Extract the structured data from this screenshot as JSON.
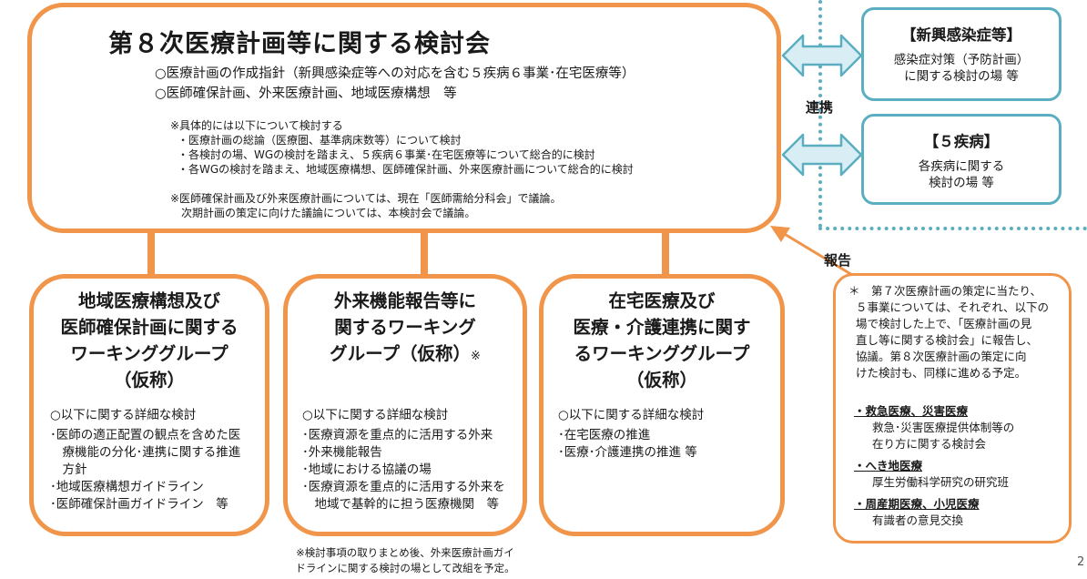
{
  "main": {
    "title": "第８次医療計画等に関する検討会",
    "bullets": [
      "○医療計画の作成指針（新興感染症等への対応を含む５疾病６事業･在宅医療等）",
      "○医師確保計画、外来医療計画、地域医療構想　等"
    ],
    "note1_head": "※具体的には以下について検討する",
    "note1_items": [
      "・医療計画の総論（医療圏、基準病床数等）について検討",
      "・各検討の場、WGの検討を踏まえ、５疾病６事業･在宅医療等について総合的に検討",
      "・各WGの検討を踏まえ、地域医療構想、医師確保計画、外来医療計画について総合的に検討"
    ],
    "note2": [
      "※医師確保計画及び外来医療計画については、現在「医師需給分科会」で議論。",
      "　次期計画の策定に向けた議論については、本検討会で議論。"
    ]
  },
  "link_label": "連携",
  "report_label": "報告",
  "side_boxes": [
    {
      "title": "【新興感染症等】",
      "body": [
        "感染症対策（予防計画）",
        "に関する検討の場 等"
      ]
    },
    {
      "title": "【５疾病】",
      "body": [
        "各疾病に関する",
        "検討の場 等"
      ]
    }
  ],
  "working_groups": [
    {
      "title": [
        "地域医療構想及び",
        "医師確保計画に関する",
        "ワーキンググループ",
        "（仮称）"
      ],
      "head": "○以下に関する詳細な検討",
      "items": [
        "･医師の適正配置の観点を含めた医",
        "　療機能の分化･連携に関する推進",
        "　方針",
        "･地域医療構想ガイドライン",
        "･医師確保計画ガイドライン　等"
      ]
    },
    {
      "title": [
        "外来機能報告等に",
        "関するワーキング",
        "グループ（仮称）"
      ],
      "title_mark": "※",
      "head": "○以下に関する詳細な検討",
      "items": [
        "･医療資源を重点的に活用する外来",
        "･外来機能報告",
        "･地域における協議の場",
        "･医療資源を重点的に活用する外来を",
        "　地域で基幹的に担う医療機関　等"
      ]
    },
    {
      "title": [
        "在宅医療及び",
        "医療・介護連携に関す",
        "るワーキンググループ",
        "（仮称）"
      ],
      "head": "○以下に関する詳細な検討",
      "items": [
        "･在宅医療の推進",
        "･医療･介護連携の推進 等"
      ]
    }
  ],
  "footnote": [
    "※検討事項の取りまとめ後、外来医療計画ガイ",
    "ドラインに関する検討の場として改組を予定。"
  ],
  "report_box": {
    "intro": [
      "＊　第７次医療計画の策定に当たり、",
      "５事業については、それぞれ、以下の",
      "場で検討した上で、「医療計画の見",
      "直し等に関する検討会」に報告し、",
      "協議。第８次医療計画の策定に向",
      "けた検討も、同様に進める予定。"
    ],
    "entries": [
      {
        "head": "・救急医療、災害医療",
        "body": [
          "救急･災害医療提供体制等の",
          "在り方に関する検討会"
        ]
      },
      {
        "head": "・へき地医療",
        "body": [
          "厚生労働科学研究の研究班"
        ]
      },
      {
        "head": "・周産期医療、小児医療",
        "body": [
          "有識者の意見交換"
        ]
      }
    ]
  },
  "page_number": "2",
  "colors": {
    "orange": "#f0954a",
    "blue": "#5aaebf",
    "arrow_fill": "#d9eef4"
  }
}
